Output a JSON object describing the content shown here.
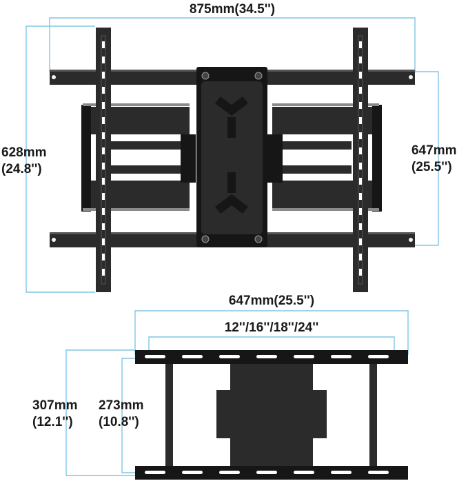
{
  "colors": {
    "dimension_line": "#7fc6e6",
    "metal": "#2b2b2b",
    "metal_dark": "#161616",
    "metal_light": "#555555",
    "label": "#1a1a1a"
  },
  "top_view": {
    "width_label": "875mm(34.5'')",
    "height_left_line1": "628mm",
    "height_left_line2": "(24.8'')",
    "height_right_line1": "647mm",
    "height_right_line2": "(25.5'')"
  },
  "bottom_view": {
    "outer_width_label": "647mm(25.5'')",
    "stud_spacing_label": "12''/16''/18''/24''",
    "outer_height_line1": "307mm",
    "outer_height_line2": "(12.1'')",
    "inner_height_line1": "273mm",
    "inner_height_line2": "(10.8'')"
  }
}
